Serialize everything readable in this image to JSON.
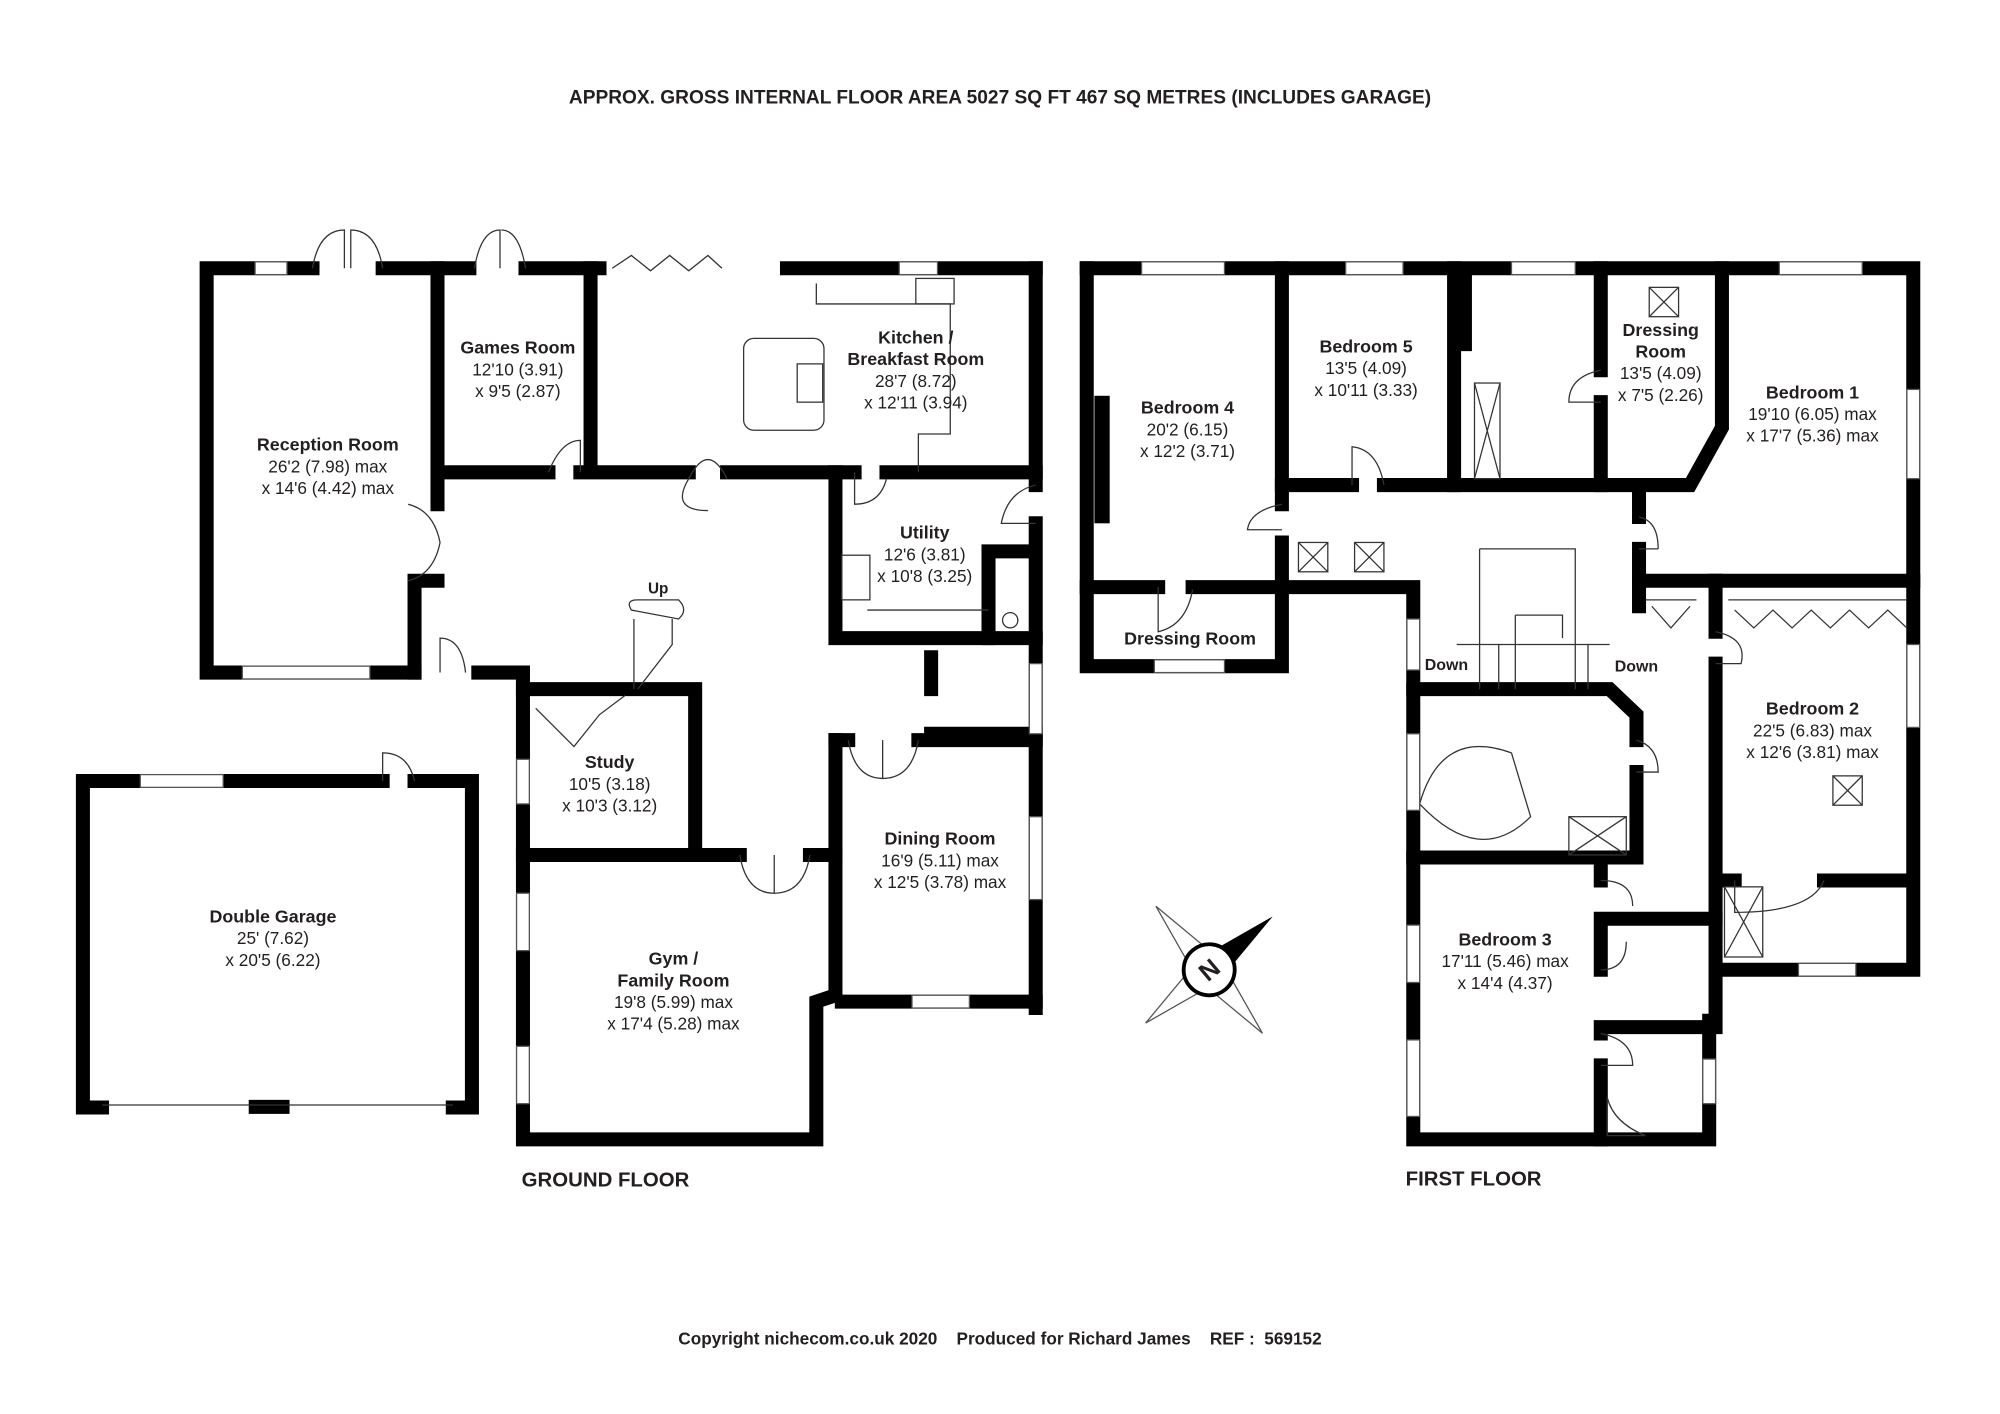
{
  "title": "APPROX. GROSS INTERNAL FLOOR AREA 5027 SQ FT 467 SQ METRES (INCLUDES GARAGE)",
  "ground_floor": {
    "label": "GROUND FLOOR",
    "stairs_label": "Up",
    "rooms": {
      "reception": {
        "name": "Reception Room",
        "dim1": "26'2 (7.98) max",
        "dim2": "x 14'6 (4.42) max"
      },
      "games": {
        "name": "Games Room",
        "dim1": "12'10 (3.91)",
        "dim2": "x 9'5 (2.87)"
      },
      "kitchen": {
        "name1": "Kitchen /",
        "name2": "Breakfast Room",
        "dim1": "28'7 (8.72)",
        "dim2": "x 12'11 (3.94)"
      },
      "utility": {
        "name": "Utility",
        "dim1": "12'6 (3.81)",
        "dim2": "x 10'8 (3.25)"
      },
      "study": {
        "name": "Study",
        "dim1": "10'5 (3.18)",
        "dim2": "x 10'3 (3.12)"
      },
      "dining": {
        "name": "Dining Room",
        "dim1": "16'9 (5.11) max",
        "dim2": "x 12'5 (3.78) max"
      },
      "gym": {
        "name1": "Gym /",
        "name2": "Family Room",
        "dim1": "19'8 (5.99) max",
        "dim2": "x 17'4 (5.28) max"
      },
      "garage": {
        "name": "Double Garage",
        "dim1": "25' (7.62)",
        "dim2": "x 20'5 (6.22)"
      }
    }
  },
  "first_floor": {
    "label": "FIRST FLOOR",
    "stairs_left": "Down",
    "stairs_right": "Down",
    "rooms": {
      "bedroom4": {
        "name": "Bedroom 4",
        "dim1": "20'2 (6.15)",
        "dim2": "x 12'2 (3.71)"
      },
      "bedroom5": {
        "name": "Bedroom 5",
        "dim1": "13'5 (4.09)",
        "dim2": "x 10'11 (3.33)"
      },
      "dressing1": {
        "name1": "Dressing",
        "name2": "Room",
        "dim1": "13'5 (4.09)",
        "dim2": "x 7'5 (2.26)"
      },
      "bedroom1": {
        "name": "Bedroom 1",
        "dim1": "19'10 (6.05) max",
        "dim2": "x 17'7 (5.36) max"
      },
      "dressing2": {
        "name": "Dressing Room"
      },
      "bedroom2": {
        "name": "Bedroom 2",
        "dim1": "22'5 (6.83) max",
        "dim2": "x 12'6 (3.81) max"
      },
      "bedroom3": {
        "name": "Bedroom 3",
        "dim1": "17'11 (5.46) max",
        "dim2": "x 14'4 (4.37)"
      }
    }
  },
  "compass": {
    "letter": "N"
  },
  "footer": "Copyright nichecom.co.uk 2020    Produced for Richard James    REF :  569152"
}
